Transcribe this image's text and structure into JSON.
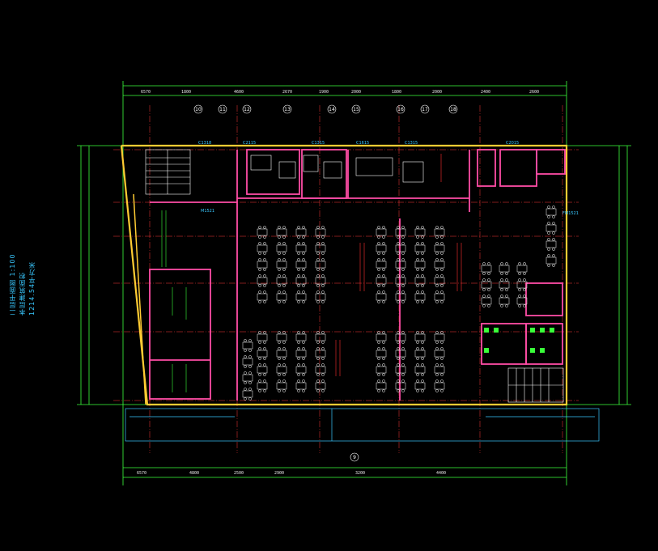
{
  "drawing": {
    "title": "二层平面图 1:100",
    "subtitle": "本层建筑面积1214.54平方米",
    "colors": {
      "background": "#000000",
      "wall": "#ff4da6",
      "exterior_wall": "#ffcc33",
      "axis": "#ff3b3b",
      "dimension": "#3bff3b",
      "furniture": "#ffffff",
      "text_cyan": "#39c8ff",
      "text_red": "#ff3030",
      "text_green": "#39ff39"
    },
    "dims_top": [
      "6570",
      "1800",
      "4600",
      "2670",
      "1900",
      "2000",
      "1800",
      "2000",
      "2400",
      "2600"
    ],
    "dims_bottom": [
      "6570",
      "4800",
      "2500",
      "2900",
      "3200",
      "4400"
    ],
    "gridnums_top": [
      "10",
      "11",
      "12",
      "13",
      "14",
      "15",
      "16",
      "17",
      "18"
    ],
    "gridnums_bottom": [
      "9"
    ],
    "room_labels": [
      {
        "text": "C1318",
        "kind": "cyan"
      },
      {
        "text": "C2115",
        "kind": "cyan"
      },
      {
        "text": "C1315",
        "kind": "cyan"
      },
      {
        "text": "C1615",
        "kind": "cyan"
      },
      {
        "text": "C1315",
        "kind": "cyan"
      },
      {
        "text": "C2015",
        "kind": "cyan"
      },
      {
        "text": "M1521",
        "kind": "cyan"
      },
      {
        "text": "FM1521",
        "kind": "cyan"
      }
    ]
  }
}
